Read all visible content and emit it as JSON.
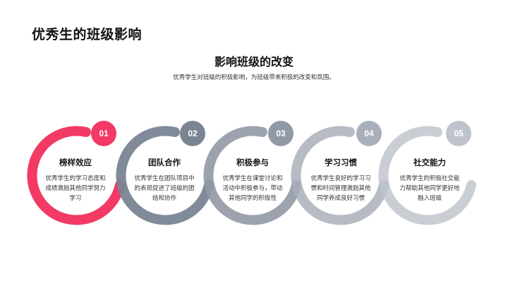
{
  "page": {
    "title": "优秀生的班级影响",
    "section_title": "影响班级的改变",
    "section_subtitle": "优秀学生对班级的积极影响，为班级带来积极的改变和氛围。"
  },
  "items": [
    {
      "number": "01",
      "title": "榜样效应",
      "desc": "优秀学生的学习态度和成绩激励其他同学努力学习",
      "color": "#F23A64"
    },
    {
      "number": "02",
      "title": "团队合作",
      "desc": "优秀学生在团队项目中的表现促进了班级的团结和协作",
      "color": "#7A8493"
    },
    {
      "number": "03",
      "title": "积极参与",
      "desc": "优秀学生在课堂讨论和活动中积极参与，带动其他同学的积极性",
      "color": "#9199A6"
    },
    {
      "number": "04",
      "title": "学习习惯",
      "desc": "优秀学生良好的学习习惯和时间管理激励其他同学养成良好习惯",
      "color": "#A9AFBA"
    },
    {
      "number": "05",
      "title": "社交能力",
      "desc": "优秀学生的积极社交能力帮助其他同学更好地融入班级",
      "color": "#BFC4CC"
    }
  ]
}
